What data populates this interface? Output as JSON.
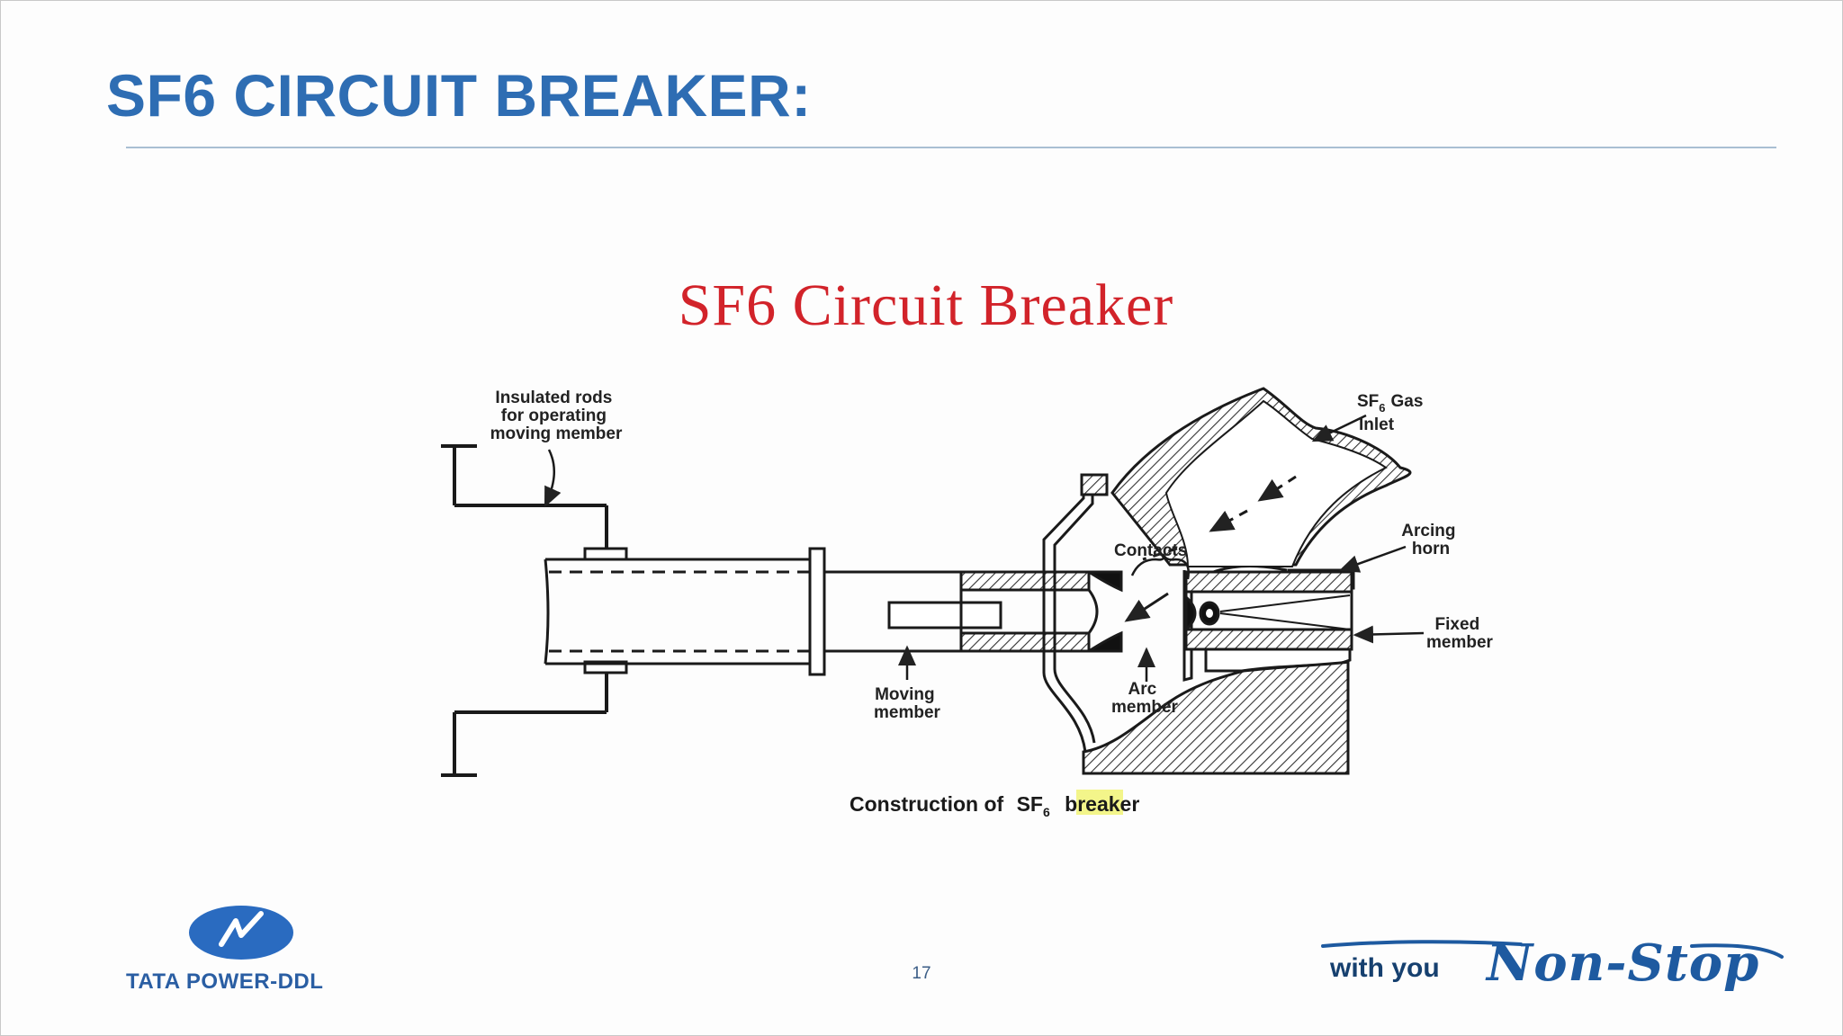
{
  "slide": {
    "title": "SF6 CIRCUIT BREAKER:",
    "page_number": "17"
  },
  "figure": {
    "title": "SF6 Circuit Breaker",
    "labels": {
      "insulated_rods_1": "Insulated rods",
      "insulated_rods_2": "for operating",
      "insulated_rods_3": "moving member",
      "gas_inlet_sf": "SF",
      "gas_inlet_sub": "6",
      "gas_inlet_gas": "Gas",
      "gas_inlet_2": "Inlet",
      "arcing_horn_1": "Arcing",
      "arcing_horn_2": "horn",
      "contacts": "Contacts",
      "fixed_member_1": "Fixed",
      "fixed_member_2": "member",
      "moving_member_1": "Moving",
      "moving_member_2": "member",
      "arc_member_1": "Arc",
      "arc_member_2": "member"
    },
    "caption": {
      "prefix": "Construction of",
      "sf": "SF",
      "sub": "6",
      "suffix": "breaker"
    },
    "highlight_color": "#f3f58a"
  },
  "footer": {
    "logo_text": "TATA POWER-DDL",
    "tagline_with_you": "with you",
    "tagline_non_stop": "Non-Stop"
  },
  "colors": {
    "title_blue": "#2e6db3",
    "figure_title_red": "#d2232a",
    "logo_blue": "#2a5ea3"
  }
}
